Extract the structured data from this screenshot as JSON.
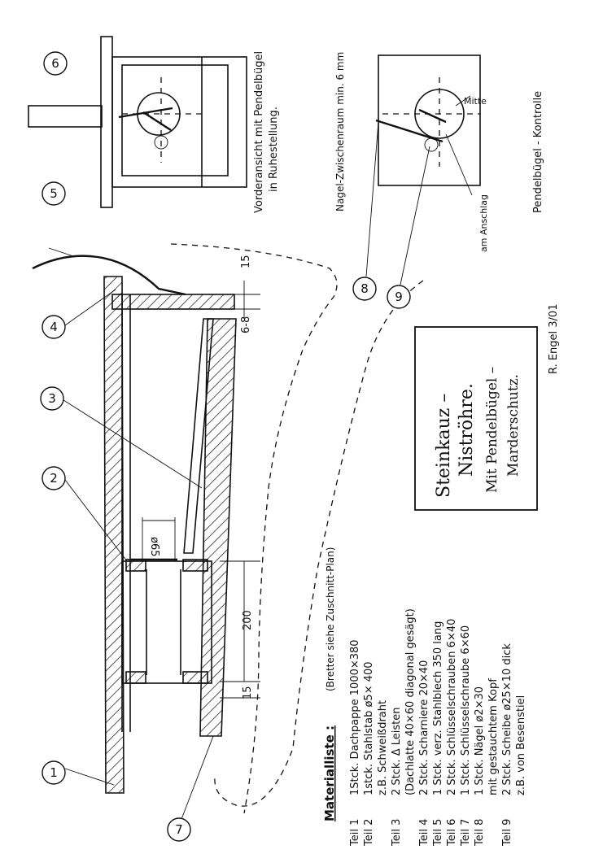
{
  "title_box": {
    "line1": "Steinkauz –",
    "line2": "Niströhre.",
    "line3": "Mit Pendelbügel –",
    "line4": "Marderschutz."
  },
  "author": "R. Engel  3/01",
  "views": {
    "front": {
      "line1": "Vorderansicht mit Pendelbügel",
      "line2": "in Ruhestellung."
    },
    "check": {
      "line1": "Pendelbügel - Kontrolle"
    },
    "nail_gap": "Nagel-Zwischenraum min. 6 mm",
    "center": "Mitte",
    "stop": "am Anschlag"
  },
  "dimensions": {
    "top": "15",
    "gap": "6-8",
    "diameter": "ø65",
    "length": "200",
    "bottom": "15"
  },
  "callouts": [
    "1",
    "2",
    "3",
    "4",
    "5",
    "6",
    "7",
    "8",
    "9"
  ],
  "materials": {
    "heading": "Materialliste :",
    "heading_note": "(Bretter siehe Zuschnitt-Plan)",
    "rows": [
      {
        "part": "Teil  1",
        "text": "1Stck.  Dachpappe 1000×380"
      },
      {
        "part": "Teil  2",
        "text": "1stck.  Stahlstab ø5× 400"
      },
      {
        "part": "",
        "text": "z.B. Schweißdraht"
      },
      {
        "part": "Teil  3",
        "text": "2 Stck.  Δ Leisten"
      },
      {
        "part": "",
        "text": "(Dachlatte 40×60 diagonal gesägt)"
      },
      {
        "part": "Teil  4",
        "text": "2 Stck.  Scharniere  20×40"
      },
      {
        "part": "Teil  5",
        "text": "1 Stck.  verz. Stahlblech 350 lang"
      },
      {
        "part": "Teil  6",
        "text": "2 Stck.  Schlüsselschrauben 6×40"
      },
      {
        "part": "Teil  7",
        "text": "1 Stck.  Schlüsselschraube 6×60"
      },
      {
        "part": "Teil  8",
        "text": "1 Stck.  Nägel ø2×30"
      },
      {
        "part": "",
        "text": "mit gestauchtem Kopf"
      },
      {
        "part": "Teil  9",
        "text": "2 Stck.  Scheibe ø25×10 dick"
      },
      {
        "part": "",
        "text": "z.B. von Besenstiel"
      }
    ]
  }
}
